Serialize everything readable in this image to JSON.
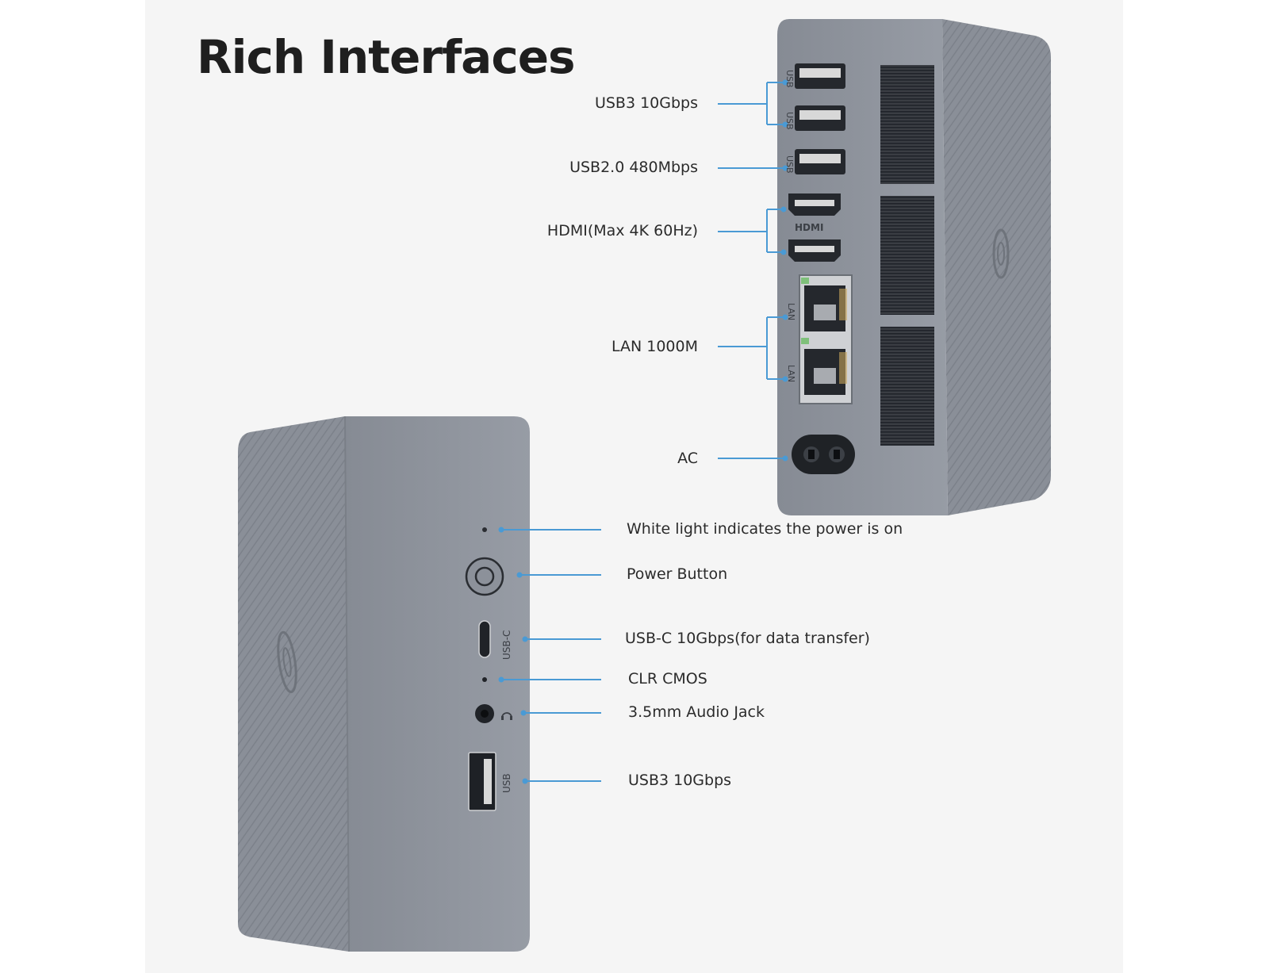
{
  "title": "Rich Interfaces",
  "rear_labels": {
    "usb3": "USB3 10Gbps",
    "usb2": "USB2.0 480Mbps",
    "hdmi": "HDMI(Max 4K 60Hz)",
    "lan": "LAN 1000M",
    "ac": "AC"
  },
  "front_labels": {
    "power_light": "White light indicates the power is on",
    "power_button": "Power Button",
    "usbc": "USB-C 10Gbps(for data transfer)",
    "clr_cmos": "CLR CMOS",
    "audio": "3.5mm Audio Jack",
    "usb3": "USB3 10Gbps"
  },
  "port_marks": {
    "usb": "USB",
    "hdmi": "HDMI",
    "lan": "LAN",
    "usbc": "USB-C"
  },
  "colors": {
    "leader": "#4a9ad4",
    "body": "#8f949d",
    "body_dark": "#6f747c",
    "background": "#f5f5f5"
  },
  "icons": [
    "usb-port-icon",
    "hdmi-port-icon",
    "lan-port-icon",
    "ac-inlet-icon",
    "power-button-icon",
    "headphone-icon",
    "logo-icon"
  ]
}
